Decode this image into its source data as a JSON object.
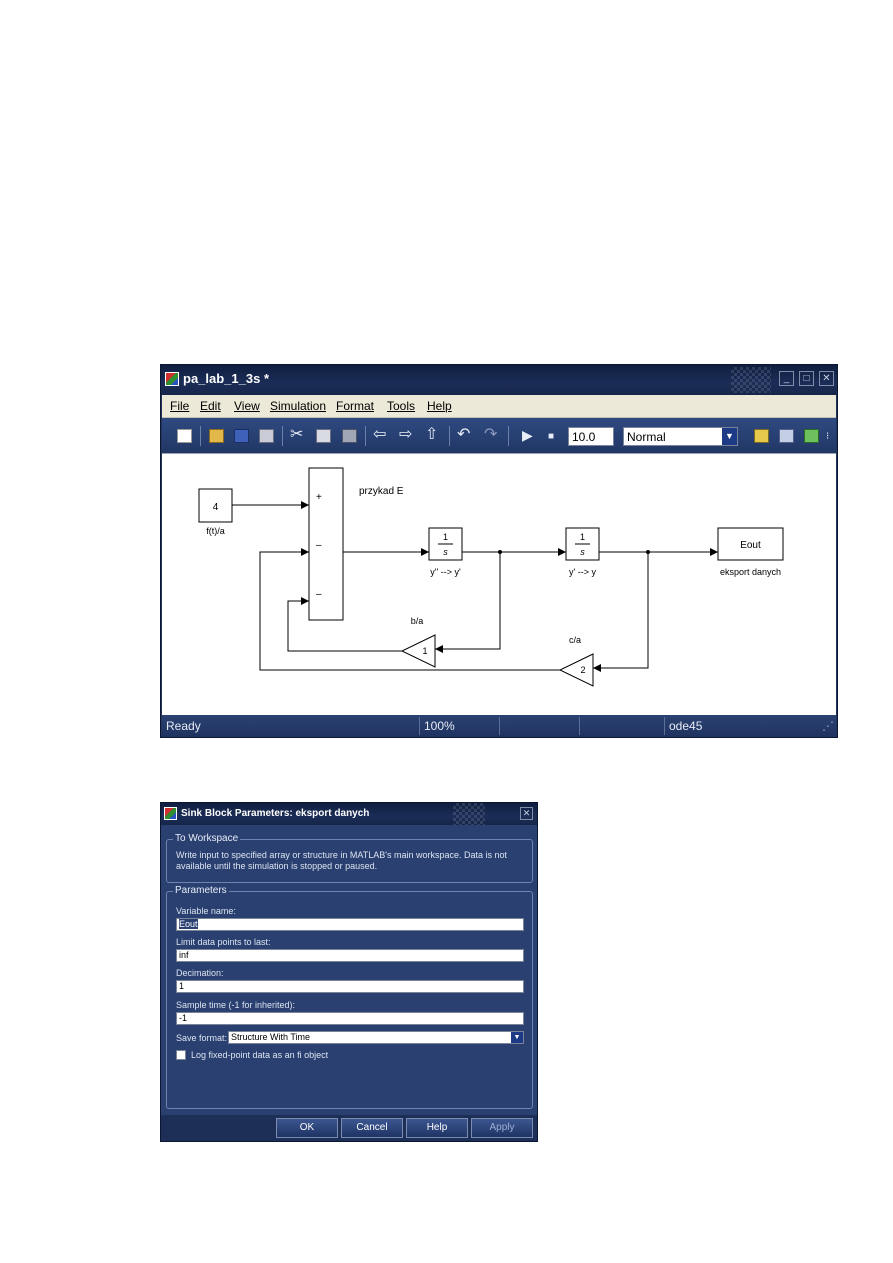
{
  "model_window": {
    "title": "pa_lab_1_3s *",
    "menu": [
      "File",
      "Edit",
      "View",
      "Simulation",
      "Format",
      "Tools",
      "Help"
    ],
    "toolbar": {
      "stop_time": "10.0",
      "sim_mode": "Normal"
    },
    "canvas": {
      "annotation": "przykad E",
      "blocks": {
        "constant_value": "4",
        "constant_label": "f(t)/a",
        "sum_signs": [
          "+",
          "–",
          "–"
        ],
        "int1_num": "1",
        "int1_den": "s",
        "int1_label": "y'' --> y'",
        "int2_num": "1",
        "int2_den": "s",
        "int2_label": "y' --> y",
        "to_ws_value": "Eout",
        "to_ws_label": "eksport danych",
        "gain1_value": "1",
        "gain1_label": "b/a",
        "gain2_value": "2",
        "gain2_label": "c/a"
      }
    },
    "status": {
      "state": "Ready",
      "zoom": "100%",
      "solver": "ode45"
    }
  },
  "dialog": {
    "title": "Sink Block Parameters: eksport danych",
    "group1_title": "To Workspace",
    "description_line1": "Write input to specified array or structure in MATLAB's main workspace. Data is not",
    "description_line2": "available until the simulation is stopped or paused.",
    "group2_title": "Parameters",
    "variable_name_label": "Variable name:",
    "variable_name_value": "Eout",
    "limit_label": "Limit data points to last:",
    "limit_value": "inf",
    "decimation_label": "Decimation:",
    "decimation_value": "1",
    "sample_time_label": "Sample time (-1 for inherited):",
    "sample_time_value": "-1",
    "save_format_label": "Save format:",
    "save_format_value": "Structure With Time",
    "log_fixed_label": "Log fixed-point data as an fi object",
    "buttons": {
      "ok": "OK",
      "cancel": "Cancel",
      "help": "Help",
      "apply": "Apply"
    }
  },
  "colors": {
    "window_frame": "#24365f",
    "menubar": "#ece9d8",
    "dialog_bg": "#2a4070"
  }
}
